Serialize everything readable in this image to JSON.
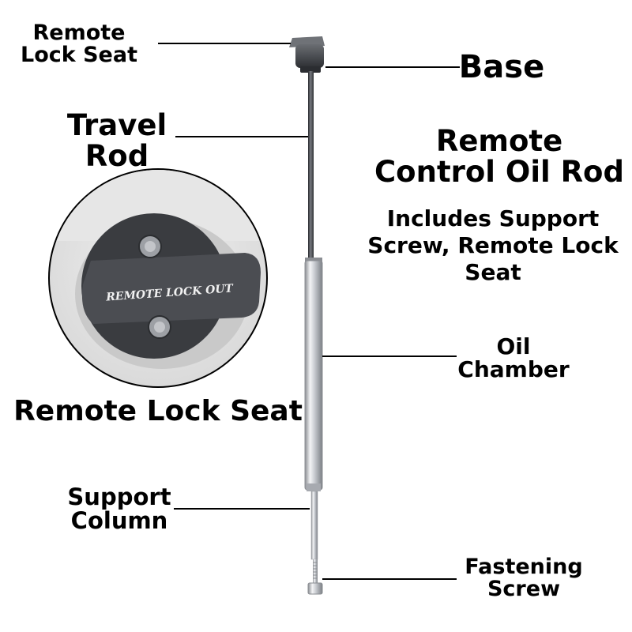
{
  "labels": {
    "remote_lock_seat_top": [
      "Remote",
      "Lock Seat"
    ],
    "base": "Base",
    "travel_rod": [
      "Travel",
      "Rod"
    ],
    "product_name": [
      "Remote",
      "Control Oil Rod"
    ],
    "includes": [
      "Includes Support",
      "Screw, Remote Lock",
      "Seat"
    ],
    "oil_chamber": [
      "Oil",
      "Chamber"
    ],
    "remote_lock_seat_caption": "Remote Lock Seat",
    "support_column": [
      "Support",
      "Column"
    ],
    "fastening_screw": [
      "Fastening",
      "Screw"
    ]
  },
  "inset": {
    "engraving": "REMOTE  LOCK OUT"
  }
}
